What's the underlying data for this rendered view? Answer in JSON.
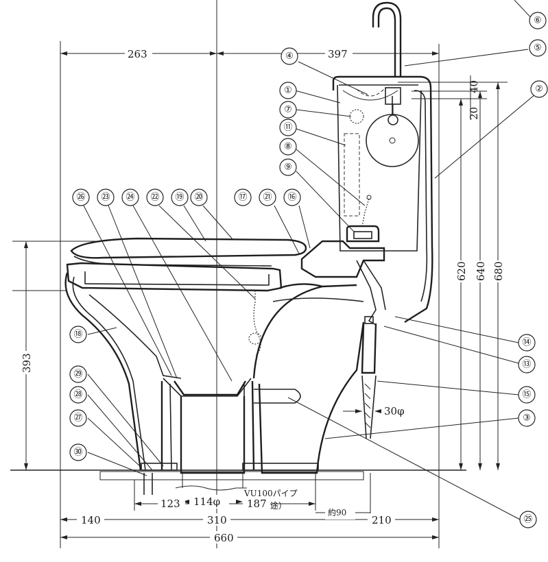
{
  "callouts": [
    "①",
    "②",
    "③",
    "④",
    "⑤",
    "⑥",
    "⑦",
    "⑧",
    "⑨",
    "⑪",
    "⑬",
    "⑭",
    "⑮",
    "⑯",
    "⑰",
    "⑱",
    "⑲",
    "⑳",
    "㉑",
    "㉒",
    "㉓",
    "㉔",
    "㉕",
    "㉖",
    "㉗",
    "㉘",
    "㉙",
    "㉚"
  ],
  "dimensions": {
    "d263": "263",
    "d397": "397",
    "d20": "20",
    "d40": "40",
    "d620": "620",
    "d640": "640",
    "d680": "680",
    "d393": "393",
    "d114": "114φ",
    "d123": "123",
    "d187": "187",
    "d140": "140",
    "d310": "310",
    "d210": "210",
    "d660": "660",
    "d30": "30φ",
    "dapprox90": "約90"
  },
  "notes": {
    "pipe_line1": "VU100パイプ",
    "pipe_line2": "（別途）"
  }
}
